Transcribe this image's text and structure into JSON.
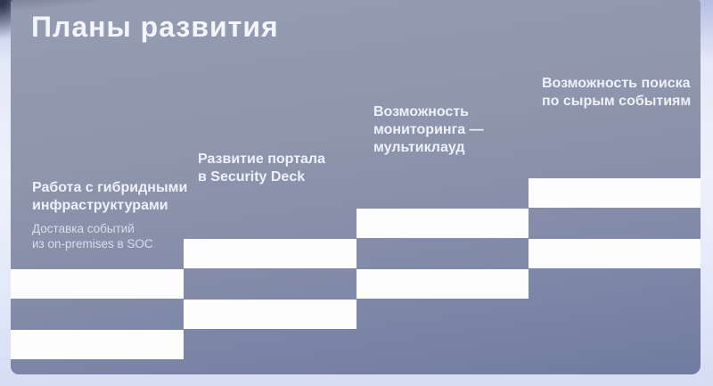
{
  "slide": {
    "title": "Планы развития",
    "steps": [
      {
        "name": "hybrid-infrastructures",
        "title_lines": [
          "Работа с гибридными",
          "инфраструктурами"
        ],
        "subtitle_lines": [
          "Доставка событий",
          "из on-premises в SOC"
        ]
      },
      {
        "name": "security-deck-portal",
        "title_lines": [
          "Развитие портала",
          "в Security Deck"
        ]
      },
      {
        "name": "multicloud-monitoring",
        "title_lines": [
          "Возможность",
          "мониторинга —",
          "мультиклауд"
        ]
      },
      {
        "name": "raw-events-search",
        "title_lines": [
          "Возможность поиска",
          "по сырым событиям"
        ]
      }
    ],
    "colors": {
      "slide_gradient_top": "#959db2",
      "slide_gradient_bottom": "#717ba1",
      "step_block": "#fdfdfe",
      "title_text": "#f3f5fa",
      "heading_text": "#eef1f7",
      "subtext": "#d9deec",
      "frame_background": "#e6eaf9"
    }
  }
}
